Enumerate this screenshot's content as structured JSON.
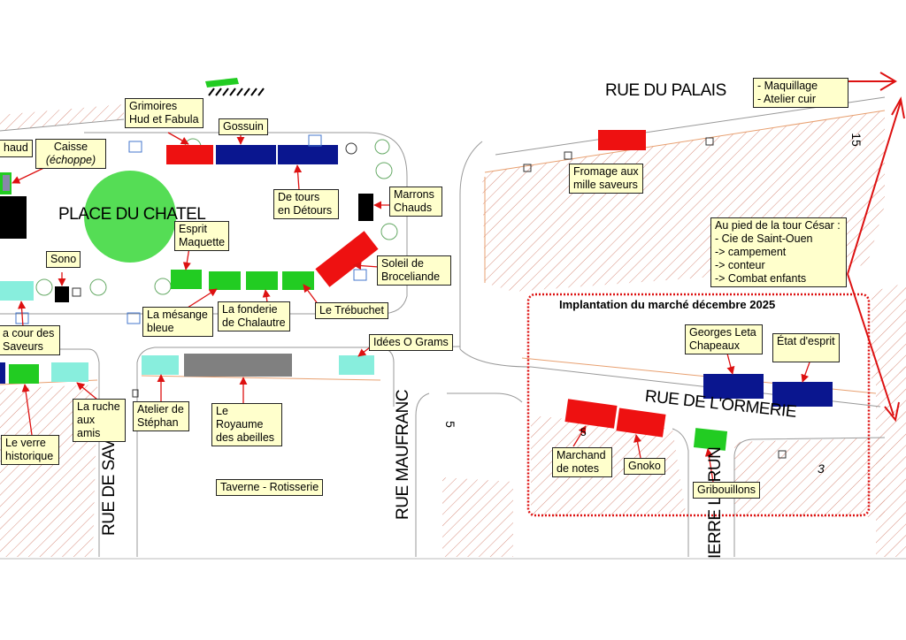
{
  "map": {
    "colors": {
      "red_stall": "#ee1111",
      "blue_stall": "#0a168f",
      "green_stall": "#22cc22",
      "black_stall": "#000000",
      "cyan_stall": "#88eedd",
      "gray_stall": "#808080",
      "label_bg": "#ffffcc",
      "arrow": "#dd1111",
      "place_circle": "#55dd55",
      "building_hatch": "#d88a7a"
    },
    "streets": {
      "rue_du_palais": "RUE DU PALAIS",
      "rue_de_l_ormerie": "RUE DE L'ORMERIE",
      "rue_maufranc": "RUE MAUFRANC",
      "rue_de_savig": "RUE DE SAVIG",
      "pierre_lebrun": "IERRE L BRUN",
      "place_du_chatel": "PLACE DU CHATEL"
    },
    "numbers": {
      "n15": "15",
      "n5a": "5",
      "n5b": "5",
      "n3": "3"
    },
    "stalls": {
      "grimoires": "Grimoires Hud et Fabula",
      "gossuin": "Gossuin",
      "chaud": "haud",
      "caisse": "Caisse",
      "caisse_sub": "(échoppe)",
      "sono": "Sono",
      "de_tours": "De tours en Détours",
      "marrons": "Marrons Chauds",
      "esprit": "Esprit Maquette",
      "soleil": "Soleil de Broceliande",
      "mesange": "La mésange bleue",
      "fonderie": "La fonderie de Chalautre",
      "trebuchet": "Le Trébuchet",
      "cour": "a cour des Saveurs",
      "idees": "Idées O Grams",
      "ruche": "La ruche aux amis",
      "verre": "Le verre historique",
      "atelier": "Atelier de Stéphan",
      "royaume": "Le Royaume des abeilles",
      "taverne": "Taverne - Rotisserie",
      "maquillage": "- Maquillage",
      "atelier_cuir": "- Atelier cuir",
      "fromage": "Fromage aux mille saveurs",
      "tour_title": "Au pied de la tour César :",
      "tour_items": [
        "- Cie de Saint-Ouen",
        "-> campement",
        "-> conteur",
        "-> Combat enfants"
      ],
      "georges": "Georges Leta Chapeaux",
      "etat": "État d'esprit",
      "marchand": "Marchand de notes",
      "gnoko": "Gnoko",
      "gribouillons": "Gribouillons"
    },
    "implantation_title": "Implantation du marché décembre 2025"
  }
}
